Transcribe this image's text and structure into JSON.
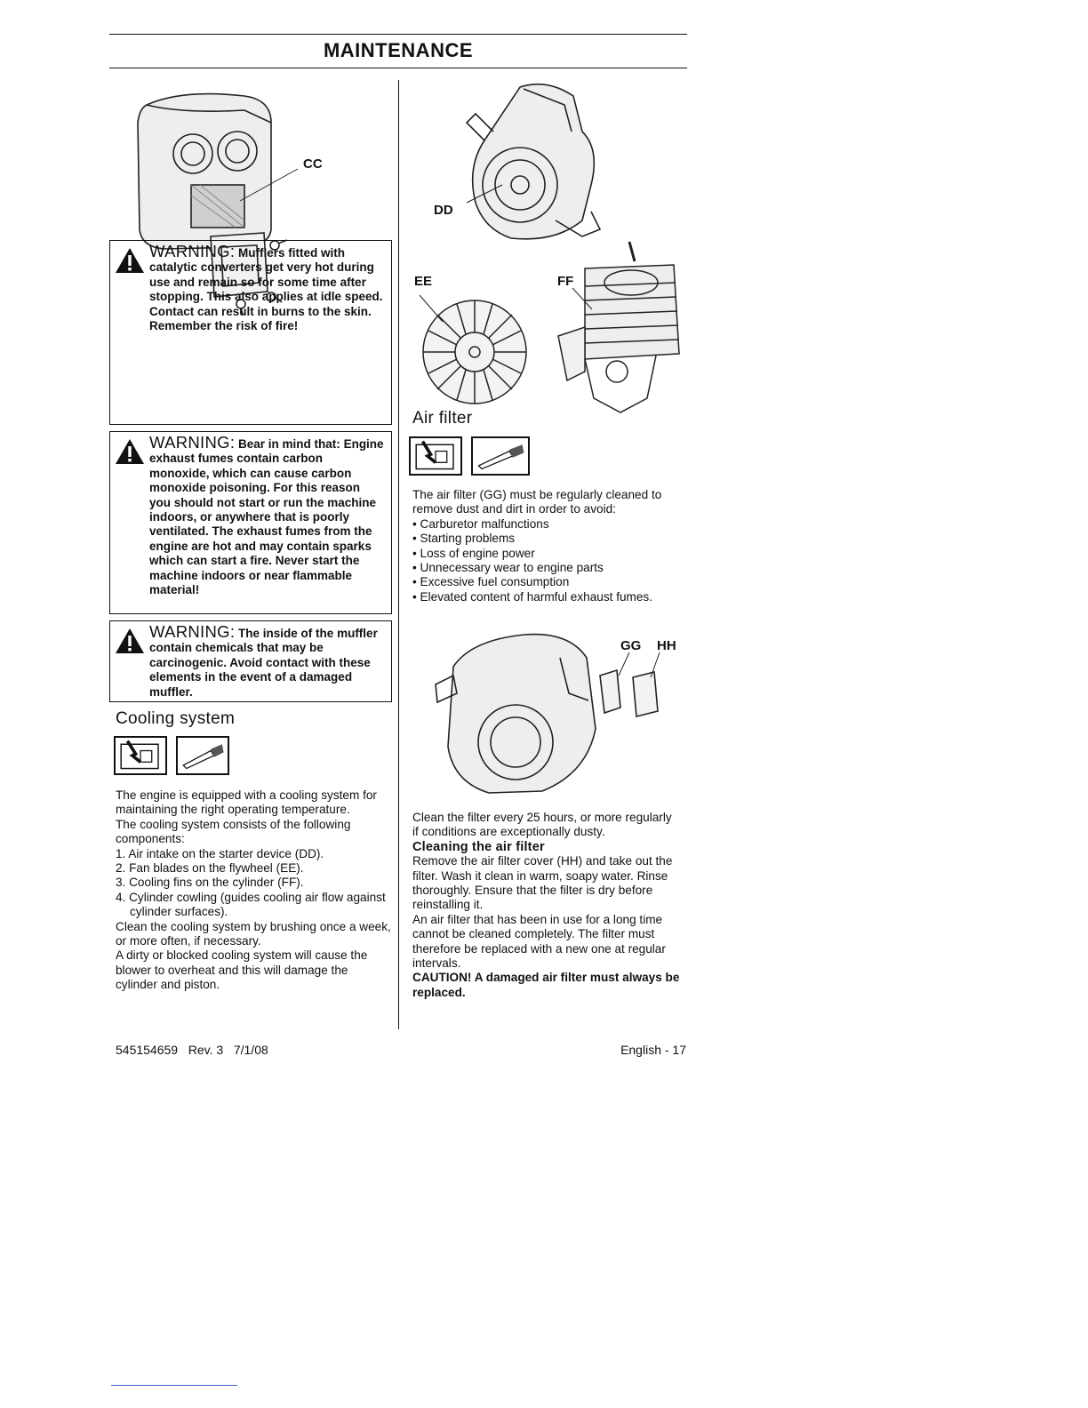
{
  "header": {
    "title": "MAINTENANCE"
  },
  "figures": {
    "muffler": {
      "callout": "CC"
    },
    "blower_intake": {
      "callout": "DD"
    },
    "flywheel": {
      "callout": "EE"
    },
    "cylinder": {
      "callout": "FF"
    },
    "air_filter": {
      "callouts": [
        "GG",
        "HH"
      ]
    }
  },
  "warnings": [
    {
      "heading": "WARNING:",
      "lead": "Mufflers fitted with",
      "body": "catalytic converters get very hot during use and remain so for some time after stopping. This also applies at idle speed. Contact can result in burns to the skin. Remember the risk of fire!"
    },
    {
      "heading": "WARNING:",
      "lead": "Bear in mind that:",
      "body": "Engine exhaust fumes contain carbon monoxide, which can cause carbon monoxide poisoning. For this reason you should not start or run the machine indoors, or anywhere that is poorly ventilated. The exhaust fumes from the engine are hot and may contain sparks which can start a fire. Never start the machine indoors or near flammable material!"
    },
    {
      "heading": "WARNING:",
      "lead": "The inside of the",
      "body": "muffler contain chemicals that may be carcinogenic. Avoid contact with these elements in the event of a damaged muffler."
    }
  ],
  "cooling": {
    "heading": "Cooling system",
    "intro": "The engine is equipped with a cooling system for maintaining the right operating temperature.",
    "components_intro": "The cooling system consists of the following components:",
    "components": [
      "1. Air intake on the starter device (DD).",
      "2. Fan blades on the flywheel (EE).",
      "3. Cooling fins on the cylinder (FF).",
      "4. Cylinder cowling (guides cooling air flow against cylinder surfaces)."
    ],
    "clean_text": "Clean the cooling system by brushing once a week, or more often, if necessary.",
    "blocked_text": "A dirty or blocked cooling system will cause the blower to overheat and this will damage the cylinder and piston."
  },
  "air_filter": {
    "heading": "Air filter",
    "intro": "The air filter (GG) must be regularly cleaned to remove dust and dirt in order to avoid:",
    "bullets": [
      "Carburetor malfunctions",
      "Starting problems",
      "Loss of engine power",
      "Unnecessary wear to engine parts",
      "Excessive fuel consumption",
      "Elevated content of harmful exhaust fumes."
    ],
    "interval": "Clean the filter every 25 hours, or more regularly if conditions are exceptionally dusty.",
    "cleaning_heading": "Cleaning the air filter",
    "cleaning_text": "Remove the air filter cover (HH) and take out the filter. Wash it clean in warm, soapy water. Rinse thoroughly. Ensure that the filter is dry before reinstalling it.",
    "replace_text": "An air filter that has been in use for a long time cannot be cleaned completely. The filter must therefore be replaced with a new one at regular intervals.",
    "caution": "CAUTION! A damaged air filter must always be replaced."
  },
  "footer": {
    "doc_number": "545154659   Rev. 3   7/1/08",
    "page": "English - 17"
  }
}
